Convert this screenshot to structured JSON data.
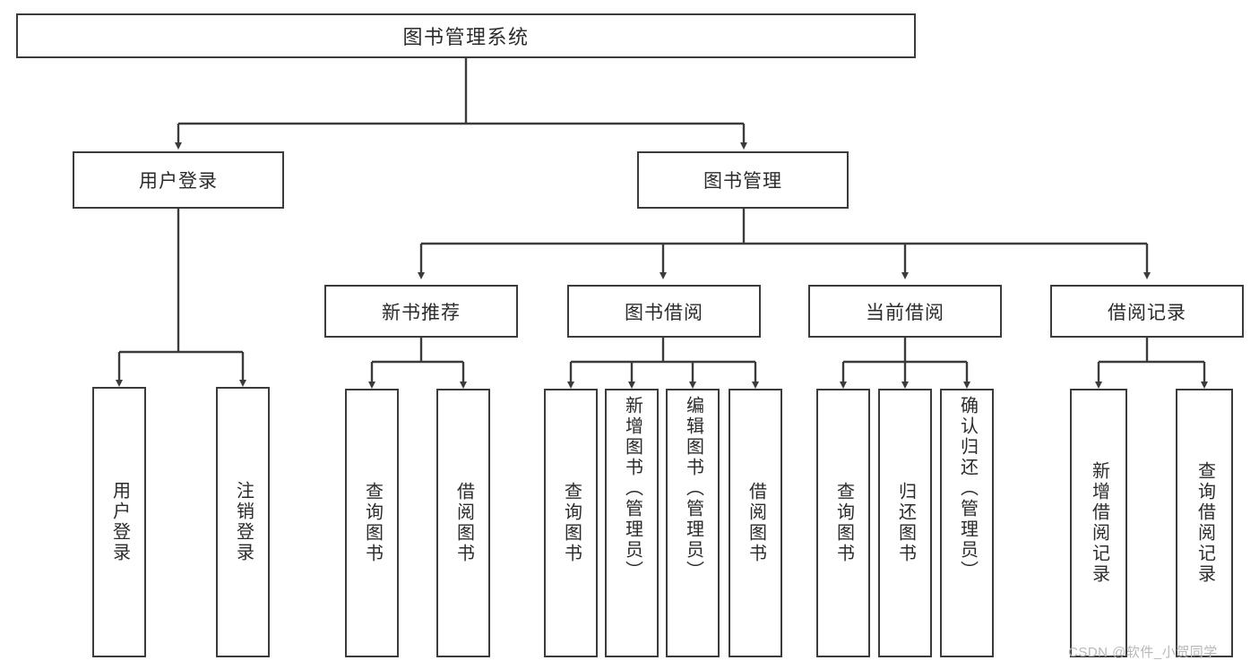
{
  "diagram": {
    "title": "图书管理系统",
    "type": "tree-hierarchy",
    "root": {
      "label": "图书管理系统"
    },
    "level2": [
      {
        "label": "用户登录"
      },
      {
        "label": "图书管理"
      }
    ],
    "level3": [
      {
        "label": "新书推荐"
      },
      {
        "label": "图书借阅"
      },
      {
        "label": "当前借阅"
      },
      {
        "label": "借阅记录"
      }
    ],
    "leaves": {
      "user_login": [
        {
          "label": "用户登录"
        },
        {
          "label": "注销登录"
        }
      ],
      "new_book_recommend": [
        {
          "label": "查询图书"
        },
        {
          "label": "借阅图书"
        }
      ],
      "book_borrow": [
        {
          "label": "查询图书"
        },
        {
          "label": "新增图书（管理员）"
        },
        {
          "label": "编辑图书（管理员）"
        },
        {
          "label": "借阅图书"
        }
      ],
      "current_borrow": [
        {
          "label": "查询图书"
        },
        {
          "label": "归还图书"
        },
        {
          "label": "确认归还（管理员）"
        }
      ],
      "borrow_record": [
        {
          "label": "新增借阅记录"
        },
        {
          "label": "查询借阅记录"
        }
      ]
    }
  },
  "watermark": {
    "text": "CSDN @软件_小贺同学"
  },
  "colors": {
    "stroke": "#3b3b3b",
    "text": "#2b2b2b",
    "background": "#ffffff",
    "watermark": "#b8b8b8"
  }
}
